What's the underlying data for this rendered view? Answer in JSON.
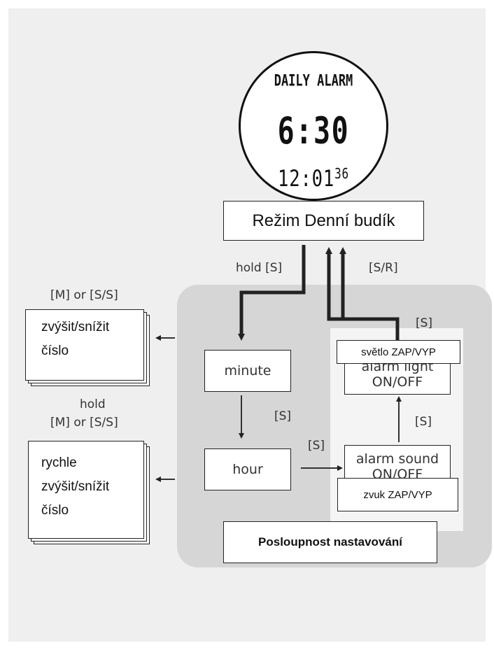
{
  "watch": {
    "title": "DAILY ALARM",
    "alarm_time": "6:30",
    "current_time": "12:01",
    "seconds": "36"
  },
  "mode_box": "Režim Denní budík",
  "labels": {
    "hold_s": "hold [S]",
    "s_r": "[S/R]",
    "m_or_ss": "[M] or [S/S]",
    "hold": "hold",
    "m_or_ss_2": "[M] or [S/S]",
    "s_top": "[S]",
    "s_mid": "[S]",
    "s_left": "[S]",
    "s_right": "[S]"
  },
  "left_boxes": {
    "increase": "zvýšit/snížit\nčíslo",
    "fast_increase": "rychle\nzvýšit/snížit\nčíslo"
  },
  "steps": {
    "minute": "minute",
    "hour": "hour",
    "alarm_light": "alarm light\nON/OFF",
    "alarm_light_overlay": "světlo ZAP/VYP",
    "alarm_sound": "alarm sound\nON/OFF",
    "alarm_sound_overlay": "zvuk ZAP/VYP"
  },
  "sequence_box": "Posloupnost nastavování"
}
